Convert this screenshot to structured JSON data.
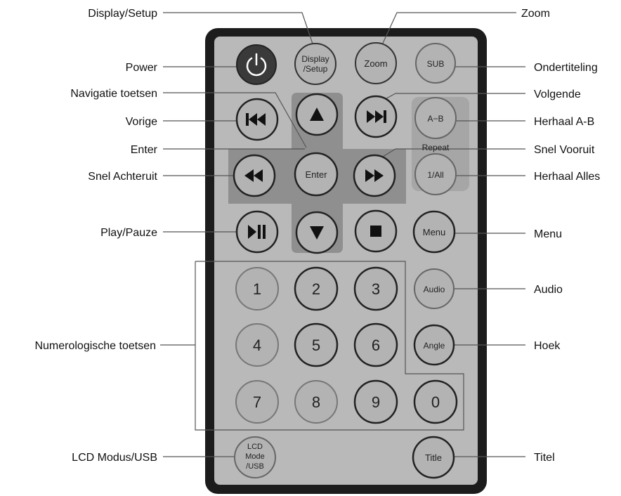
{
  "labels": {
    "display_setup": "Display/Setup",
    "zoom": "Zoom",
    "power": "Power",
    "ondertiteling": "Ondertiteling",
    "navigatie": "Navigatie toetsen",
    "volgende": "Volgende",
    "vorige": "Vorige",
    "herhaal_ab": "Herhaal A-B",
    "enter": "Enter",
    "snel_vooruit": "Snel Vooruit",
    "snel_achteruit": "Snel Achteruit",
    "herhaal_alles": "Herhaal Alles",
    "play_pauze": "Play/Pauze",
    "menu": "Menu",
    "audio": "Audio",
    "numerologische": "Numerologische toetsen",
    "hoek": "Hoek",
    "lcd_modus": "LCD Modus/USB",
    "titel": "Titel"
  },
  "buttons": {
    "display1": "Display",
    "display2": "/Setup",
    "zoom": "Zoom",
    "sub": "SUB",
    "ab": "A−B",
    "repeat": "Repeat",
    "all": "1/All",
    "enter": "Enter",
    "menu": "Menu",
    "audio": "Audio",
    "angle": "Angle",
    "title": "Title",
    "lcd1": "LCD",
    "lcd2": "Mode",
    "lcd3": "/USB",
    "n1": "1",
    "n2": "2",
    "n3": "3",
    "n4": "4",
    "n5": "5",
    "n6": "6",
    "n7": "7",
    "n8": "8",
    "n9": "9",
    "n0": "0"
  },
  "colors": {
    "remote_body": "#1c1c1c",
    "remote_face": "#b9b9b9",
    "nav_cross": "#8f8f8f",
    "button_fill": "#b3b3b3",
    "power_fill": "#3a3a3a"
  }
}
